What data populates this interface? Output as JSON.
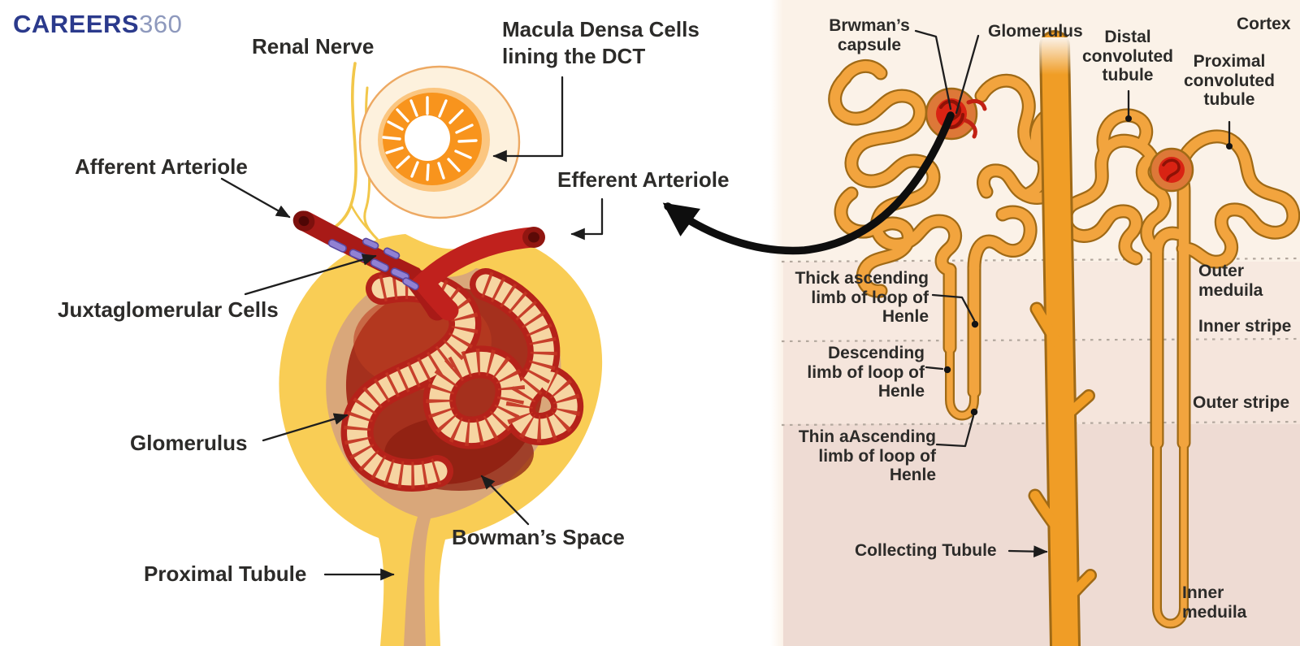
{
  "brand": {
    "name": "CAREERS",
    "suffix": "360"
  },
  "left_diagram": {
    "labels": {
      "renal_nerve": "Renal Nerve",
      "macula_densa": "Macula Densa Cells\nlining the DCT",
      "afferent_arteriole": "Afferent Arteriole",
      "efferent_arteriole": "Efferent Arteriole",
      "juxtaglomerular_cells": "Juxtaglomerular Cells",
      "glomerulus": "Glomerulus",
      "bowmans_space": "Bowman’s Space",
      "proximal_tubule": "Proximal Tubule"
    }
  },
  "right_diagram": {
    "labels": {
      "bowmans_capsule": "Brwman’s\ncapsule",
      "glomerulus": "Glomerulus",
      "distal_convoluted_tubule": "Distal\nconvoluted\ntubule",
      "proximal_convoluted_tubule": "Proximal\nconvoluted\ntubule",
      "thick_ascending_limb": "Thick ascending\nlimb of loop of\nHenle",
      "descending_limb": "Descending\nlimb of loop of\nHenle",
      "thin_ascending_limb": "Thin aAscending\nlimb of loop of\nHenle",
      "collecting_tubule": "Collecting Tubule"
    },
    "regions": {
      "cortex": "Cortex",
      "outer_medulla": "Outer\nmeduila",
      "inner_stripe": "Inner stripe",
      "outer_stripe": "Outer stripe",
      "inner_medulla": "Inner\nmeduila"
    }
  },
  "colors": {
    "brand_navy": "#2B3A8C",
    "brand_light_blue": "#8E99BD",
    "label_text": "#2C2B29",
    "connector_black": "#1E1E1E",
    "tubule_orange": "#F2A43E",
    "tubule_outline": "#A06A16",
    "collecting_duct_orange": "#F09D26",
    "glomerulus_red": "#D92313",
    "glomerulus_ring_orange": "#DD7838",
    "vessel_red_afferent": "#A81A17",
    "vessel_red_efferent": "#C0211D",
    "juxtaglomerular_purple": "#9181D3",
    "nerve_yellow": "#F2C74A",
    "capsule_yellow": "#F9CD55",
    "bowman_space_tan": "#D9A77A",
    "tuft_dark_red": "#A5301D",
    "tuft_peach": "#F6D5A2",
    "macula_orange": "#F8941D",
    "cortex_band": "#FBF2E8",
    "outer_medulla_band": "#F7E9E0",
    "outer_stripe_band": "#F5E5DC",
    "inner_medulla_band": "#EEDBD3"
  }
}
